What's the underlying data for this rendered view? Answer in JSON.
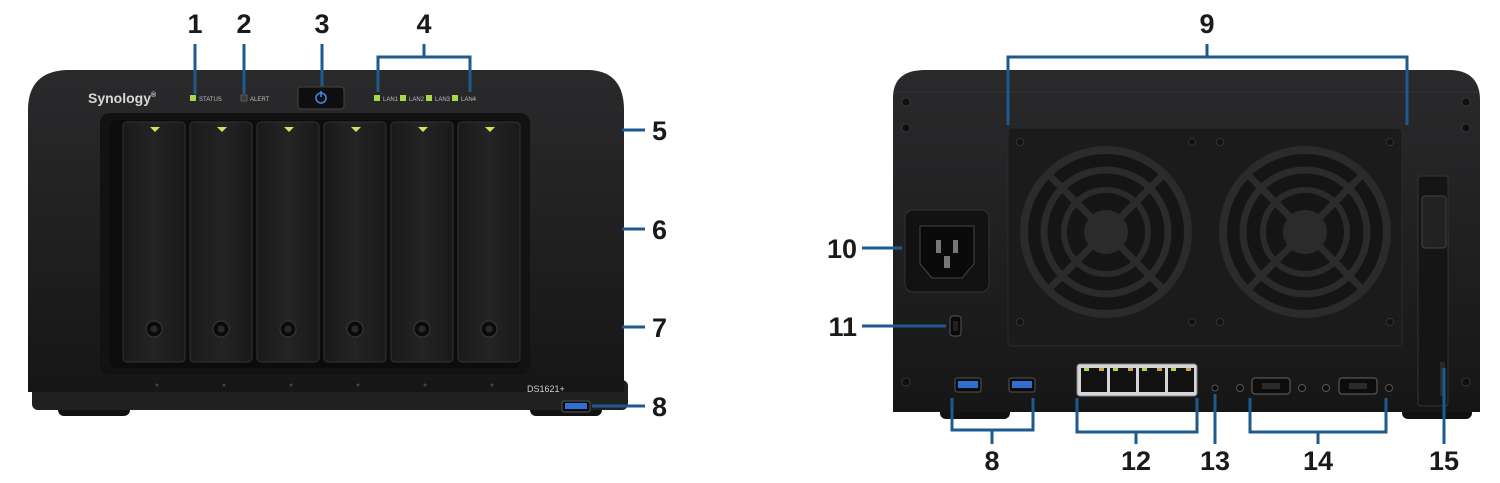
{
  "front": {
    "brand": "Synology",
    "brand_mark": "®",
    "leds": {
      "status": "STATUS",
      "alert": "ALERT",
      "lan1": "LAN1",
      "lan2": "LAN2",
      "lan3": "LAN3",
      "lan4": "LAN4"
    },
    "model": "DS1621+",
    "bay_count": 6
  },
  "callouts": {
    "c1": "1",
    "c2": "2",
    "c3": "3",
    "c4": "4",
    "c5": "5",
    "c6": "6",
    "c7": "7",
    "c8": "8",
    "c9": "9",
    "c10": "10",
    "c11": "11",
    "c12": "12",
    "c13": "13",
    "c14": "14",
    "c15": "15"
  },
  "colors": {
    "callout_line": "#1e5a8e",
    "chassis": "#1d1d1f",
    "led_green": "#a6d94a",
    "usb_blue": "#2f6fd0"
  }
}
